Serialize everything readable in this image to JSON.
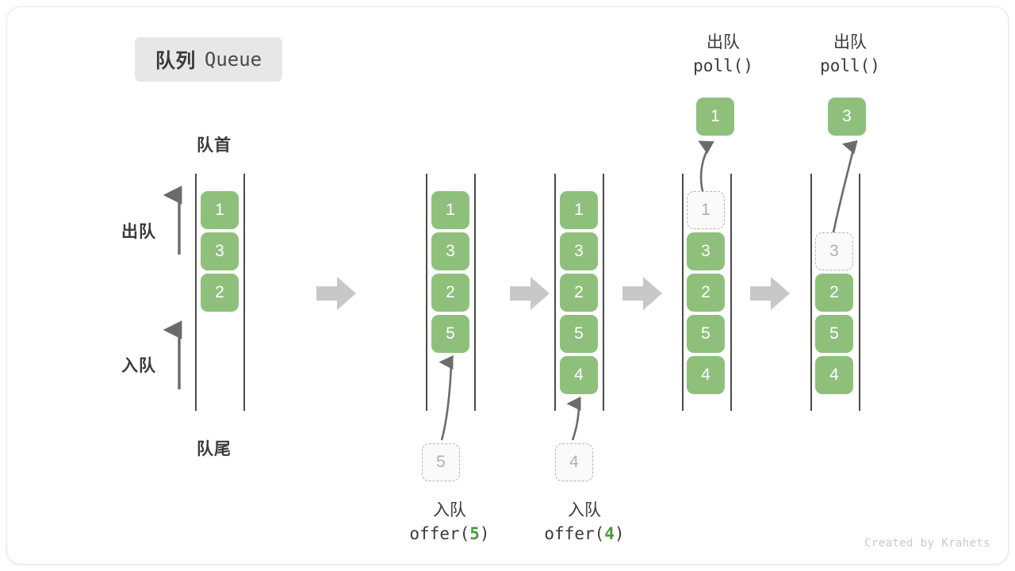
{
  "title": {
    "cn": "队列",
    "en": "Queue"
  },
  "labels": {
    "head": "队首",
    "tail": "队尾",
    "dequeue": "出队",
    "enqueue": "入队"
  },
  "credit": "Created by Krahets",
  "colors": {
    "element": "#8ec07c",
    "ghost_border": "#b4b4b4",
    "ghost_text": "#b0b0b0",
    "rail": "#4a4a4a",
    "arrow": "#6b6b6b",
    "step_arrow": "#c8c8c8",
    "accent_code": "#4a9a40",
    "chip_bg": "#e7e7e7",
    "text": "#3a3a3a"
  },
  "columns": [
    {
      "id": "initial",
      "items": [
        "1",
        "3",
        "2"
      ],
      "ghost": null
    },
    {
      "id": "after-offer5",
      "items": [
        "1",
        "3",
        "2",
        "5"
      ],
      "ghost": null
    },
    {
      "id": "after-offer4",
      "items": [
        "1",
        "3",
        "2",
        "5",
        "4"
      ],
      "ghost": null
    },
    {
      "id": "poll-1",
      "items": [
        "3",
        "2",
        "5",
        "4"
      ],
      "ghost": "1"
    },
    {
      "id": "poll-3",
      "items": [
        "2",
        "5",
        "4"
      ],
      "ghost": "3"
    }
  ],
  "operations": {
    "offer5": {
      "cn": "入队",
      "fn": "offer(",
      "arg": "5",
      "close": ")"
    },
    "offer4": {
      "cn": "入队",
      "fn": "offer(",
      "arg": "4",
      "close": ")"
    },
    "poll1": {
      "cn": "出队",
      "code": "poll()",
      "value": "1"
    },
    "poll3": {
      "cn": "出队",
      "code": "poll()",
      "value": "3"
    }
  },
  "floating": {
    "offer5_ghost": "5",
    "offer4_ghost": "4",
    "poll1_result": "1",
    "poll3_result": "3"
  }
}
